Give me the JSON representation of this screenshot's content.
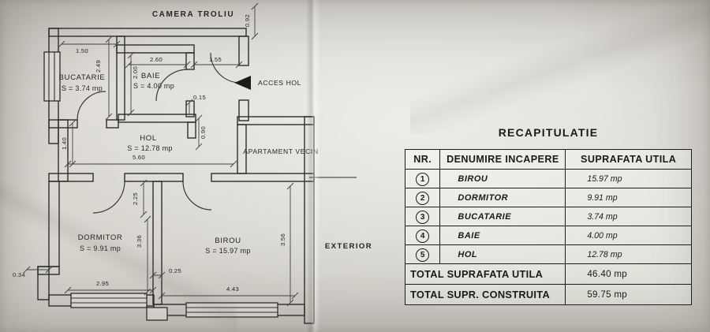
{
  "plan": {
    "labels": {
      "camera_troliu": "CAMERA TROLIU",
      "acces_hol": "ACCES HOL",
      "apartament_vecin": "APARTAMENT VECIN",
      "exterior": "EXTERIOR"
    },
    "rooms": [
      {
        "name": "BUCATARIE",
        "area": "S = 3.74 mp"
      },
      {
        "name": "BAIE",
        "area": "S = 4.00 mp"
      },
      {
        "name": "HOL",
        "area": "S = 12.78 mp"
      },
      {
        "name": "DORMITOR",
        "area": "S = 9.91 mp"
      },
      {
        "name": "BIROU",
        "area": "S = 15.97 mp"
      }
    ],
    "dims": {
      "bucatarie_w": "1.50",
      "bucatarie_d": "2.49",
      "baie_w": "2.60",
      "baie_d": "2.00",
      "acces_w": "1.55",
      "top_right_v": "0.92",
      "wall_small": "0.15",
      "baie_hol_v": "0.90",
      "hol_left_v": "1.40",
      "hol_w": "5.60",
      "dormitor_top_v": "2.25",
      "dormitor_d": "3.36",
      "birou_d": "3.56",
      "wall_mid": "0.25",
      "dormitor_w": "2.95",
      "birou_w": "4.43",
      "left_step": "0.34"
    }
  },
  "table": {
    "title": "RECAPITULATIE",
    "headers": {
      "nr": "NR.",
      "name": "DENUMIRE INCAPERE",
      "area": "SUPRAFATA UTILA"
    },
    "rows": [
      {
        "nr": "1",
        "name": "BIROU",
        "area": "15.97 mp"
      },
      {
        "nr": "2",
        "name": "DORMITOR",
        "area": "9.91 mp"
      },
      {
        "nr": "3",
        "name": "BUCATARIE",
        "area": "3.74 mp"
      },
      {
        "nr": "4",
        "name": "BAIE",
        "area": "4.00 mp"
      },
      {
        "nr": "5",
        "name": "HOL",
        "area": "12.78 mp"
      }
    ],
    "totals": [
      {
        "label": "TOTAL SUPRAFATA UTILA",
        "value": "46.40 mp"
      },
      {
        "label": "TOTAL SUPR. CONSTRUITA",
        "value": "59.75 mp"
      }
    ]
  },
  "colors": {
    "paper": "#d8d6cf",
    "ink": "#1d1c1a",
    "line": "#2e2d2b"
  }
}
